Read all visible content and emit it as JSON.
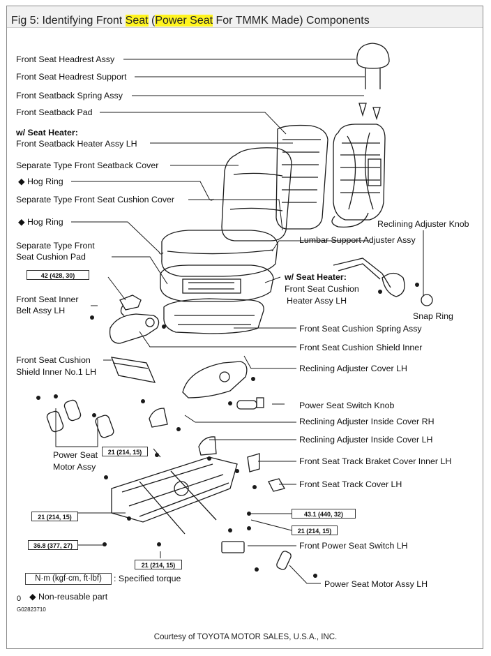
{
  "title": {
    "pre": "Fig 5: Identifying Front ",
    "hl1": "Seat",
    "mid": " (",
    "hl2": "Power Seat",
    "post": " For TMMK Made) Components"
  },
  "labels": {
    "headrest": "Front Seat Headrest Assy",
    "headrest_support": "Front Seat Headrest Support",
    "seatback_spring": "Front Seatback Spring Assy",
    "seatback_pad": "Front Seatback Pad",
    "seat_heater_1": "w/ Seat Heater:",
    "seatback_heater": "Front Seatback Heater Assy LH",
    "seatback_cover": "Separate Type Front Seatback Cover",
    "hog_ring_1": "◆ Hog Ring",
    "cushion_cover": "Separate Type Front Seat Cushion Cover",
    "hog_ring_2": "◆ Hog Ring",
    "cushion_pad_1": "Separate Type Front",
    "cushion_pad_2": "Seat Cushion Pad",
    "inner_belt_1": "Front Seat Inner",
    "inner_belt_2": "Belt Assy LH",
    "shield_no1_1": "Front Seat Cushion",
    "shield_no1_2": "Shield Inner No.1 LH",
    "motor_assy_1": "Power Seat",
    "motor_assy_2": "Motor Assy",
    "reclining_knob": "Reclining Adjuster Knob",
    "lumbar": "Lumbar Support Adjuster Assy",
    "seat_heater_2": "w/ Seat Heater:",
    "cushion_heater_1": "Front Seat Cushion",
    "cushion_heater_2": "Heater Assy LH",
    "snap_ring": "Snap Ring",
    "cushion_spring": "Front Seat Cushion Spring Assy",
    "shield_inner": "Front Seat Cushion Shield Inner",
    "reclining_cover": "Reclining Adjuster Cover LH",
    "switch_knob": "Power Seat Switch Knob",
    "inside_cover_rh": "Reclining Adjuster Inside Cover RH",
    "inside_cover_lh": "Reclining Adjuster Inside Cover LH",
    "track_bracket": "Front Seat Track Braket Cover Inner LH",
    "track_cover": "Front Seat Track Cover LH",
    "power_switch": "Front Power Seat Switch LH",
    "motor_assy_lh": "Power Seat Motor Assy LH"
  },
  "torques": {
    "t1": "42 (428, 30)",
    "t2": "21 (214, 15)",
    "t3": "21 (214, 15)",
    "t4": "43.1 (440, 32)",
    "t5": "21 (214, 15)",
    "t6": "36.8 (377, 27)",
    "t7": "21 (214, 15)"
  },
  "legend": {
    "unit": "N·m (kgf·cm, ft·lbf)",
    "unit_desc": ": Specified torque",
    "zero": "0",
    "nonreusable": "◆ Non-reusable part",
    "figure_code": "G02823710"
  },
  "footer": "Courtesy of TOYOTA MOTOR SALES, U.S.A., INC."
}
